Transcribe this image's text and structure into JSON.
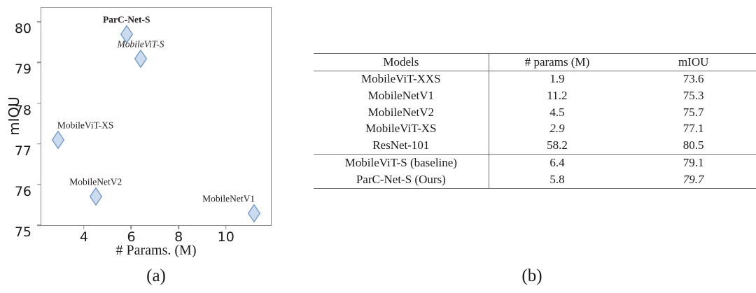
{
  "chart_data": [
    {
      "type": "scatter",
      "panel": "(a)",
      "title": "",
      "xlabel": "# Params. (M)",
      "ylabel": "mIOU",
      "xlim": [
        2.2,
        11.9
      ],
      "ylim": [
        75.0,
        80.35
      ],
      "xticks": [
        "4",
        "6",
        "8",
        "10"
      ],
      "xtick_values": [
        4,
        6,
        8,
        10
      ],
      "yticks": [
        "75",
        "76",
        "77",
        "78",
        "79",
        "80"
      ],
      "ytick_values": [
        75,
        76,
        77,
        78,
        79,
        80
      ],
      "grid": false,
      "legend": "none",
      "marker": "diamond",
      "marker_fill": "#ccdcf0",
      "marker_stroke": "#6f96c6",
      "points": [
        {
          "label": "ParC-Net-S",
          "x": 5.8,
          "y": 79.7,
          "style": "bold",
          "label_pos": "above"
        },
        {
          "label": "MobileViT-S",
          "x": 6.4,
          "y": 79.1,
          "style": "italic",
          "label_pos": "above"
        },
        {
          "label": "MobileViT-XS",
          "x": 2.9,
          "y": 77.1,
          "style": "regular",
          "label_pos": "above-right"
        },
        {
          "label": "MobileNetV2",
          "x": 4.5,
          "y": 75.7,
          "style": "regular",
          "label_pos": "above"
        },
        {
          "label": "MobileNetV1",
          "x": 11.2,
          "y": 75.3,
          "style": "regular",
          "label_pos": "above-left"
        }
      ]
    },
    {
      "type": "table",
      "panel": "(b)",
      "columns": [
        "Models",
        "# params (M)",
        "mIOU"
      ],
      "rows": [
        {
          "model": "MobileViT-XXS",
          "params": "1.9",
          "miou": "73.6",
          "params_style": "bold",
          "miou_style": "regular"
        },
        {
          "model": "MobileNetV1",
          "params": "11.2",
          "miou": "75.3",
          "params_style": "regular",
          "miou_style": "regular"
        },
        {
          "model": "MobileNetV2",
          "params": "4.5",
          "miou": "75.7",
          "params_style": "regular",
          "miou_style": "regular"
        },
        {
          "model": "MobileViT-XS",
          "params": "2.9",
          "miou": "77.1",
          "params_style": "italic",
          "miou_style": "regular"
        },
        {
          "model": "ResNet-101",
          "params": "58.2",
          "miou": "80.5",
          "params_style": "regular",
          "miou_style": "bold"
        },
        {
          "model": "MobileViT-S (baseline)",
          "params": "6.4",
          "miou": "79.1",
          "params_style": "regular",
          "miou_style": "regular"
        },
        {
          "model": "ParC-Net-S (Ours)",
          "params": "5.8",
          "miou": "79.7",
          "params_style": "regular",
          "miou_style": "italic"
        }
      ],
      "group_rule_after_row_index": 4
    }
  ],
  "figure_a": {
    "caption": "(a)",
    "ylabel": "mIOU",
    "xlabel": "# Params. (M)"
  },
  "figure_b": {
    "caption": "(b)"
  }
}
